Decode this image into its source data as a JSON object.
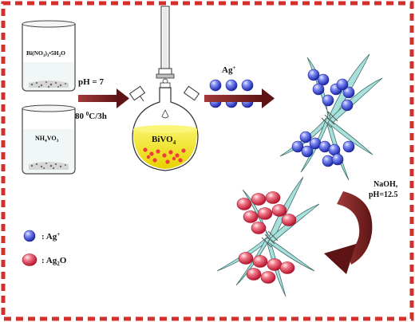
{
  "beaker_top": {
    "formula_main": "Bi(NO",
    "formula_sub1": "3",
    "formula_mid": ")",
    "formula_sub2": "3",
    "formula_tail": "•5H",
    "formula_sub3": "2",
    "formula_end": "O"
  },
  "beaker_bottom": {
    "formula_main": "NH",
    "formula_sub1": "4",
    "formula_mid": "VO",
    "formula_sub2": "3"
  },
  "condition_ph": "pH = 7",
  "condition_temp_prefix": "80 ",
  "condition_temp_sup": "0",
  "condition_temp_suffix": "C/3h",
  "flask_product": {
    "main": "BiVO",
    "sub": "4"
  },
  "silver_ion_label": {
    "main": "Ag",
    "sup": "+"
  },
  "naoh_label": {
    "line1": "NaOH,",
    "line2": "pH=12.5"
  },
  "legend": {
    "ag_ion": {
      "prefix": ": Ag",
      "sup": "+"
    },
    "ag2o": {
      "prefix": ": Ag",
      "sub": "2",
      "suffix": "O"
    }
  },
  "colors": {
    "border": "#d4302b",
    "arrow": "#7a1e1e",
    "ag_ion_sphere": "#3a45d6",
    "ag2o_sphere": "#e8455a",
    "leaf": "#a7dedb",
    "solution": "#f5ea2a"
  }
}
